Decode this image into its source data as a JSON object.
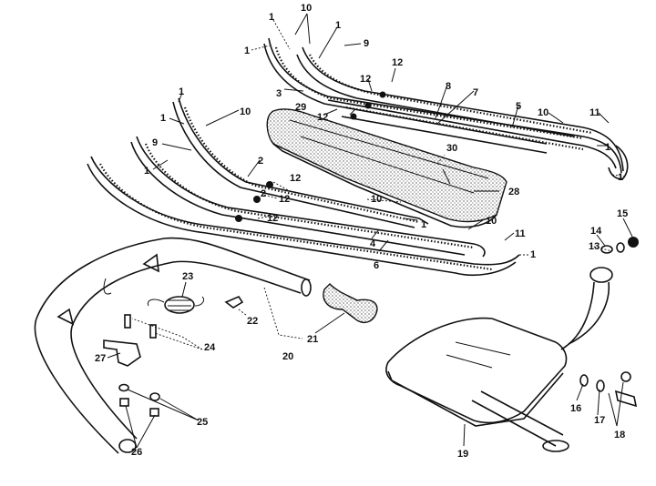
{
  "diagram": {
    "type": "exploded-parts-diagram",
    "background": "#ffffff",
    "ink": "#111111",
    "callouts": [
      {
        "id": "c1a",
        "text": "1",
        "part": "rail-end-left-upper"
      },
      {
        "id": "c1b",
        "text": "1",
        "part": "rail-end-top-a"
      },
      {
        "id": "c1c",
        "text": "1",
        "part": "rail-end-top-b"
      },
      {
        "id": "c1d",
        "text": "1",
        "part": "rail-end-mid-a"
      },
      {
        "id": "c1e",
        "text": "1",
        "part": "rail-end-mid-b"
      },
      {
        "id": "c1f",
        "text": "1",
        "part": "rail-end-mid-c"
      },
      {
        "id": "c1g",
        "text": "1",
        "part": "rail-end-right-upper-a"
      },
      {
        "id": "c1h",
        "text": "1",
        "part": "rail-end-right-upper-b"
      },
      {
        "id": "c1i",
        "text": "1",
        "part": "rail-end-center"
      },
      {
        "id": "c1j",
        "text": "1",
        "part": "rail-end-lower-right"
      },
      {
        "id": "c2a",
        "text": "2",
        "part": "rail-2"
      },
      {
        "id": "c2b",
        "text": "2",
        "part": "rail-2-screw"
      },
      {
        "id": "c3",
        "text": "3",
        "part": "rail-3"
      },
      {
        "id": "c4",
        "text": "4",
        "part": "rail-4"
      },
      {
        "id": "c5",
        "text": "5",
        "part": "rail-5"
      },
      {
        "id": "c6",
        "text": "6",
        "part": "rail-6"
      },
      {
        "id": "c7",
        "text": "7",
        "part": "rail-7"
      },
      {
        "id": "c8",
        "text": "8",
        "part": "rail-8"
      },
      {
        "id": "c9a",
        "text": "9",
        "part": "screw-9-top"
      },
      {
        "id": "c9b",
        "text": "9",
        "part": "clip-9-left"
      },
      {
        "id": "c10a",
        "text": "10",
        "part": "screw-10-top"
      },
      {
        "id": "c10b",
        "text": "10",
        "part": "screw-10-left"
      },
      {
        "id": "c10c",
        "text": "10",
        "part": "screw-10-right"
      },
      {
        "id": "c10d",
        "text": "10",
        "part": "screw-10-tray"
      },
      {
        "id": "c10e",
        "text": "10",
        "part": "screw-10-lower"
      },
      {
        "id": "c11a",
        "text": "11",
        "part": "screw-11-right"
      },
      {
        "id": "c11b",
        "text": "11",
        "part": "screw-11-lower"
      },
      {
        "id": "c12a",
        "text": "12",
        "part": "nut-12"
      },
      {
        "id": "c12b",
        "text": "12",
        "part": "nut-12"
      },
      {
        "id": "c12c",
        "text": "12",
        "part": "nut-12"
      },
      {
        "id": "c12d",
        "text": "12",
        "part": "nut-12"
      },
      {
        "id": "c12e",
        "text": "12",
        "part": "nut-12"
      },
      {
        "id": "c12f",
        "text": "12",
        "part": "nut-12"
      },
      {
        "id": "c13",
        "text": "13",
        "part": "gasket"
      },
      {
        "id": "c14",
        "text": "14",
        "part": "washer"
      },
      {
        "id": "c15",
        "text": "15",
        "part": "cap-nut"
      },
      {
        "id": "c16",
        "text": "16",
        "part": "washer"
      },
      {
        "id": "c17",
        "text": "17",
        "part": "lock-washer"
      },
      {
        "id": "c18",
        "text": "18",
        "part": "bolt-and-nut"
      },
      {
        "id": "c19",
        "text": "19",
        "part": "muffler"
      },
      {
        "id": "c20",
        "text": "20",
        "part": "bumper-bar"
      },
      {
        "id": "c21",
        "text": "21",
        "part": "heat-shield"
      },
      {
        "id": "c22",
        "text": "22",
        "part": "clip"
      },
      {
        "id": "c23",
        "text": "23",
        "part": "spring"
      },
      {
        "id": "c24",
        "text": "24",
        "part": "bolts"
      },
      {
        "id": "c25",
        "text": "25",
        "part": "washers"
      },
      {
        "id": "c26",
        "text": "26",
        "part": "nuts"
      },
      {
        "id": "c27",
        "text": "27",
        "part": "bracket"
      },
      {
        "id": "c28",
        "text": "28",
        "part": "tray"
      },
      {
        "id": "c29",
        "text": "29",
        "part": "tray-liner"
      },
      {
        "id": "c30",
        "text": "30",
        "part": "tray-screw"
      }
    ]
  }
}
